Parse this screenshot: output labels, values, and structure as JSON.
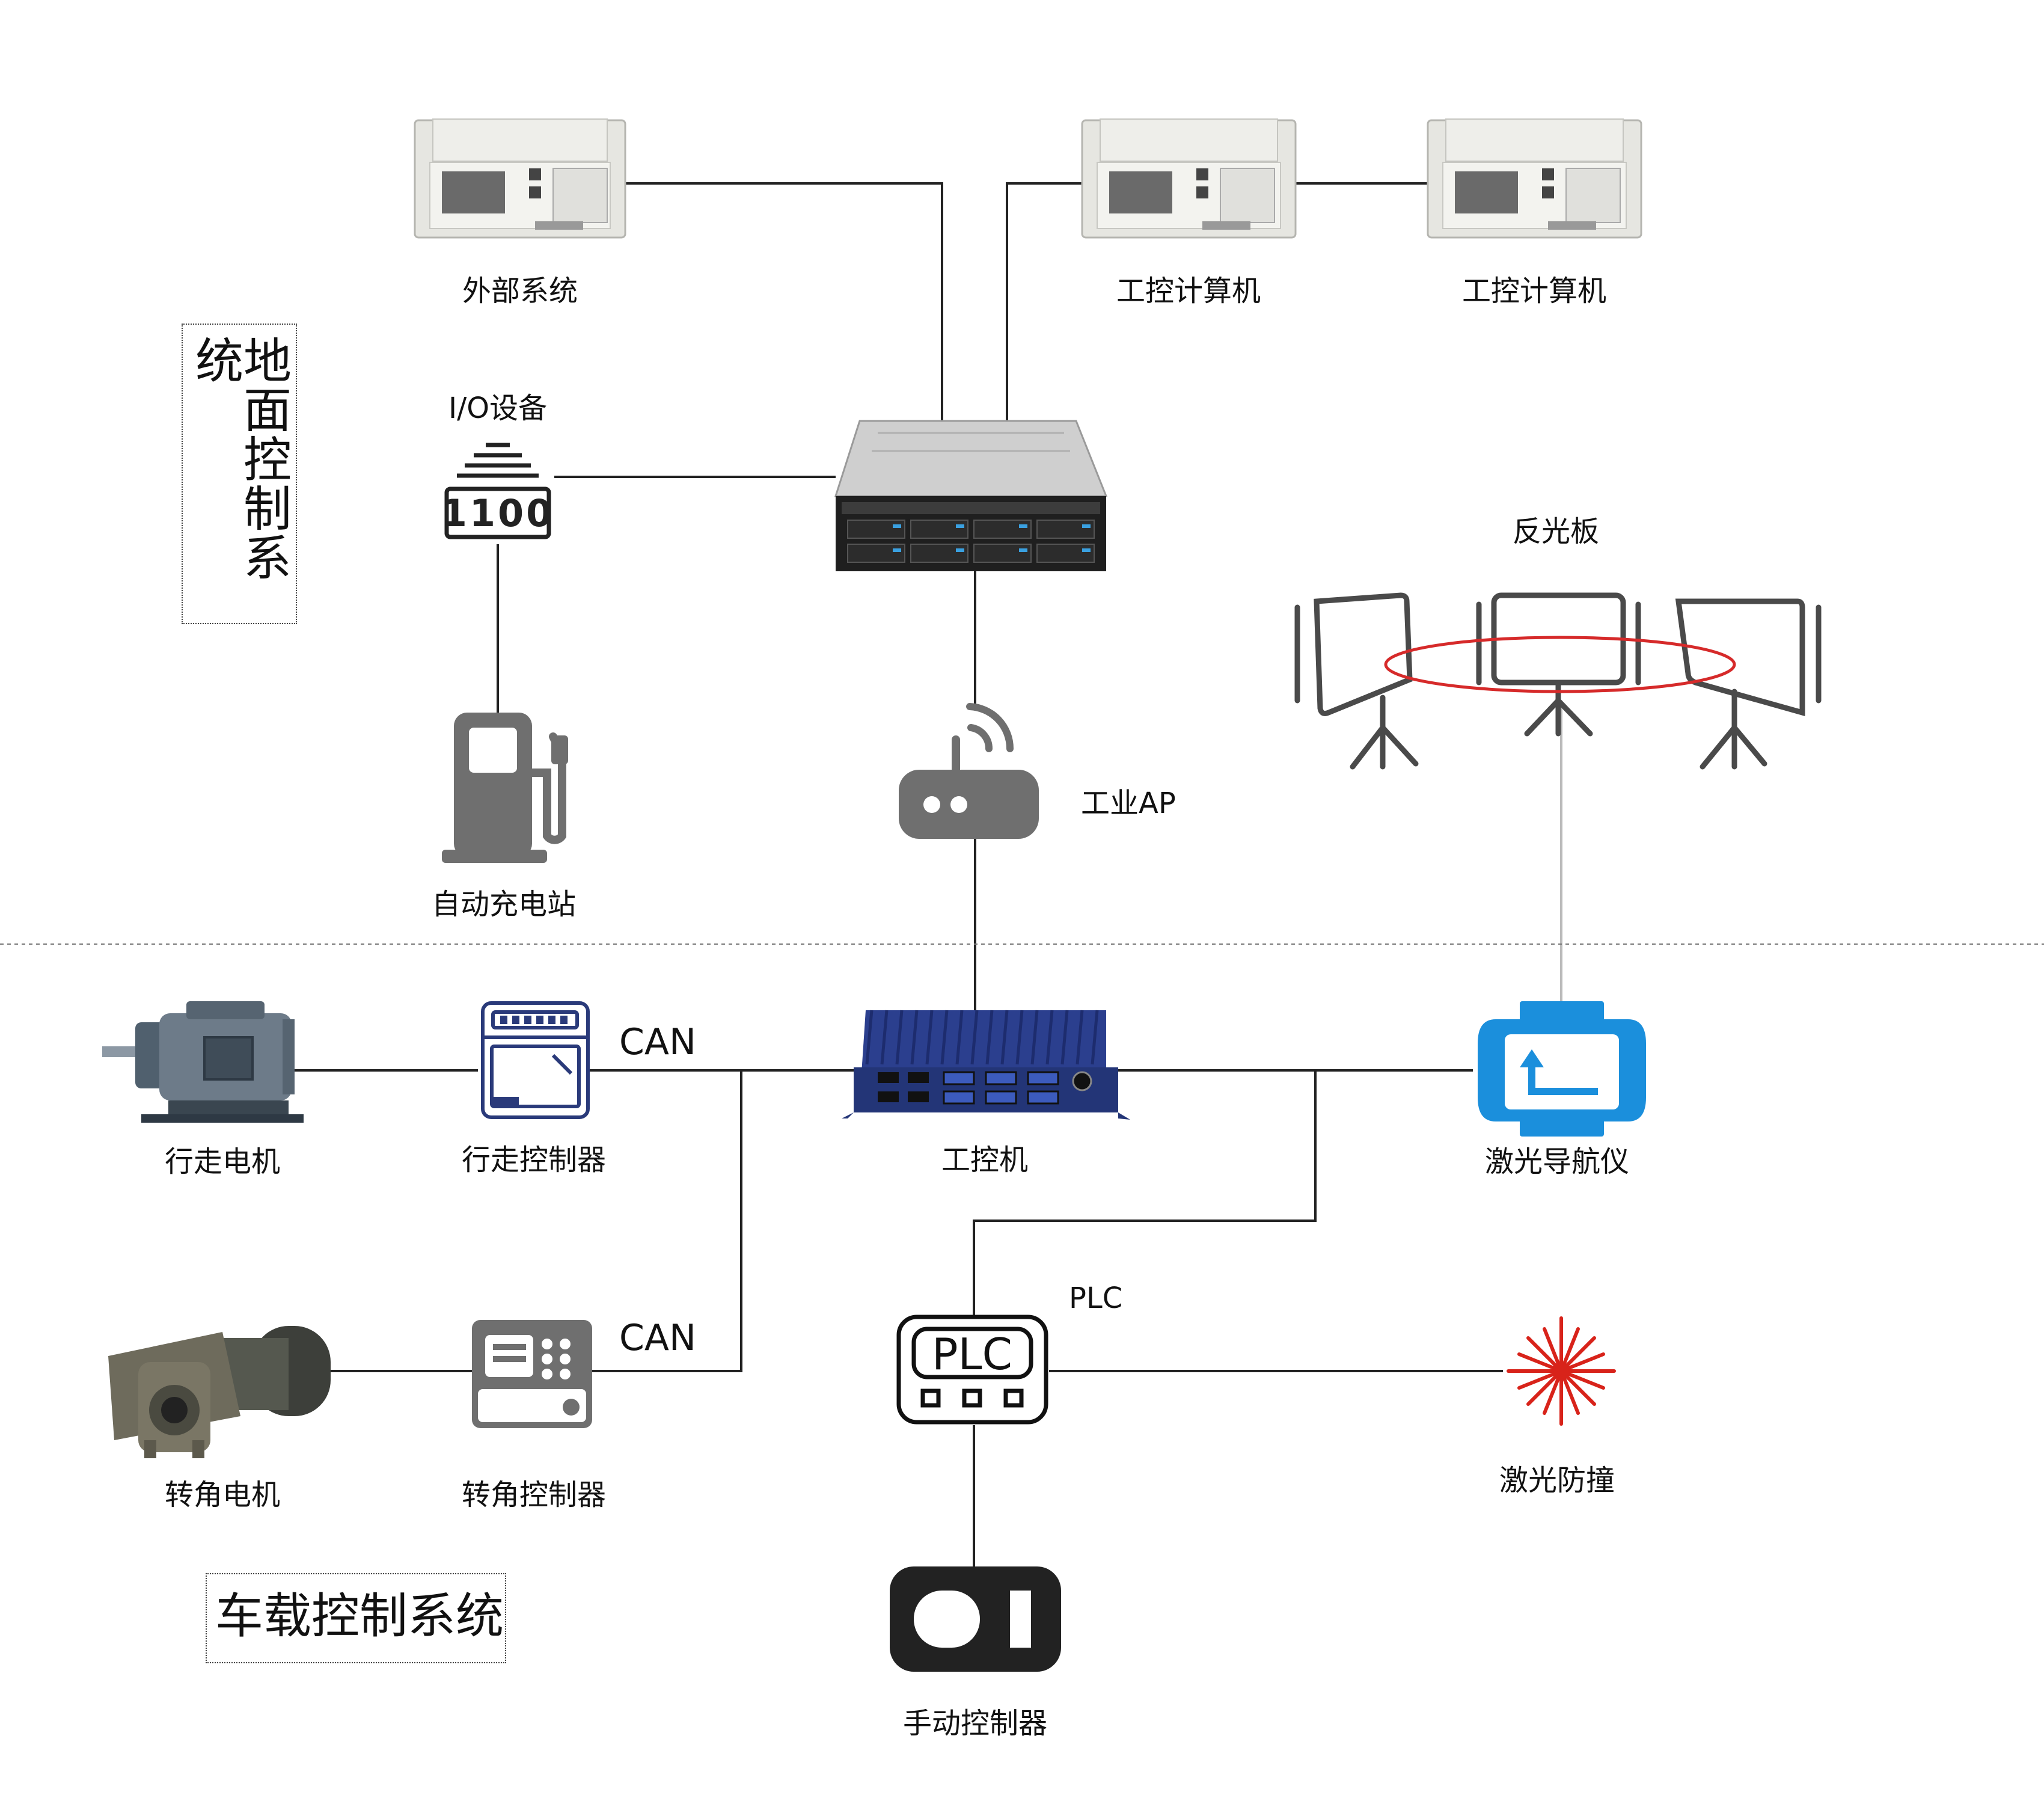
{
  "zones": {
    "ground_title": "地面控制系统",
    "vehicle_title": "车载控制系统"
  },
  "labels": {
    "external_system": "外部系统",
    "ipc_1": "工控计算机",
    "ipc_2": "工控计算机",
    "io_device": "I/O设备",
    "charging_station": "自动充电站",
    "industrial_ap": "工业AP",
    "reflector": "反光板",
    "travel_motor": "行走电机",
    "travel_controller": "行走控制器",
    "industrial_pc": "工控机",
    "laser_navigator": "激光导航仪",
    "can_1": "CAN",
    "can_2": "CAN",
    "plc": "PLC",
    "plc_screen_text": "PLC",
    "io_panel_text": "1100",
    "steer_motor": "转角电机",
    "steer_controller": "转角控制器",
    "laser_anticollision": "激光防撞",
    "manual_controller": "手动控制器"
  },
  "colors": {
    "line": "#222222",
    "icon_gray": "#6f6f6f",
    "navigator_blue": "#1b8fdc",
    "laser_red": "#d8231a",
    "ipc_blue": "#2b3f8e",
    "reflector_ring": "#d62a2a"
  }
}
